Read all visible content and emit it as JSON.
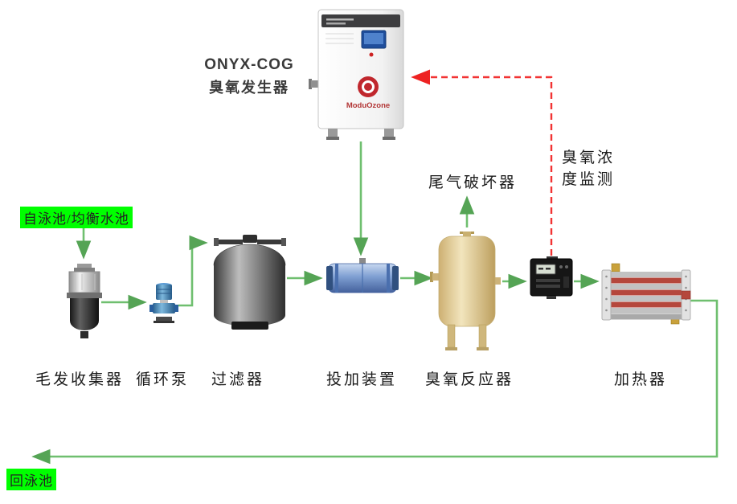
{
  "generator": {
    "model": "ONYX-COG",
    "name": "臭氧发生器",
    "brand": "ModuOzone"
  },
  "flow_labels": {
    "from_pool": "自泳池/均衡水池",
    "to_pool": "回泳池",
    "tail_gas_destructor": "尾气破坏器",
    "ozone_monitor_line1": "臭氧浓",
    "ozone_monitor_line2": "度监测"
  },
  "equipment_labels": {
    "hair_collector": "毛发收集器",
    "circulation_pump": "循环泵",
    "filter": "过滤器",
    "dosing_device": "投加装置",
    "ozone_reactor": "臭氧反应器",
    "heater": "加热器"
  },
  "colors": {
    "flow_line_green": "#6fbf6f",
    "arrow_green": "#55a455",
    "signal_line_red": "#f23333",
    "label_highlight_green": "#00ff00",
    "reactor_tan": "#e3cf9a",
    "dosing_blue": "#7f9fd2",
    "logo_red": "#c0272d"
  }
}
